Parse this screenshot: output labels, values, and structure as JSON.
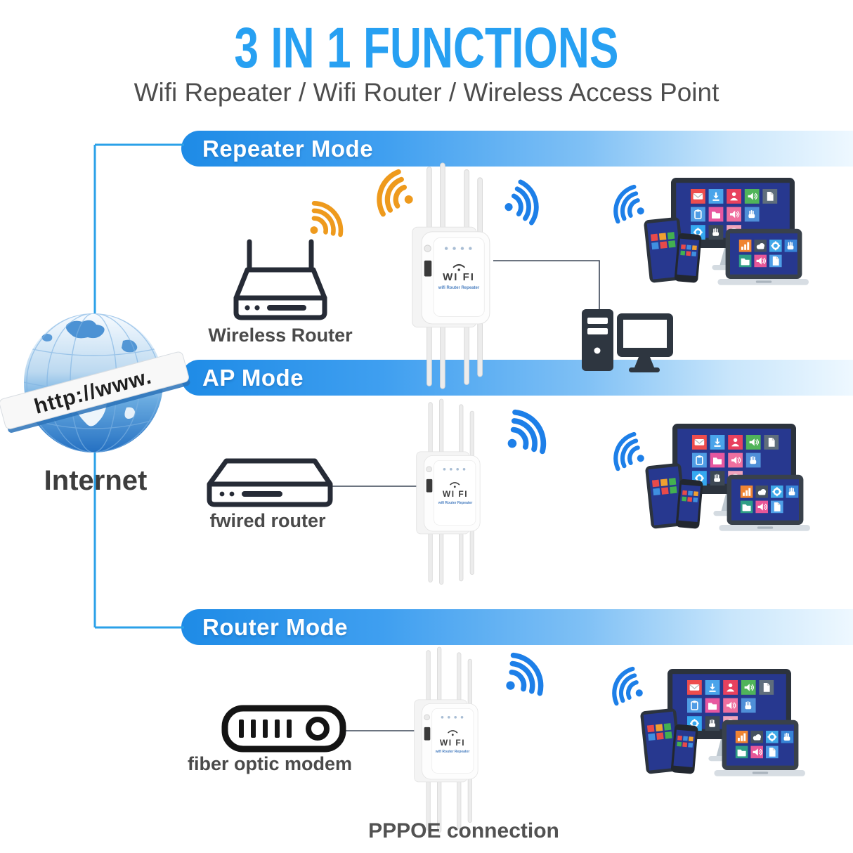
{
  "header": {
    "title": "3 IN 1 FUNCTIONS",
    "subtitle": "Wifi Repeater / Wifi Router / Wireless Access Point"
  },
  "internet": {
    "label": "Internet",
    "globe_banner": "http://www."
  },
  "sections": {
    "repeater": {
      "banner": "Repeater Mode",
      "source_label": "Wireless Router"
    },
    "ap": {
      "banner": "AP Mode",
      "source_label": "fwired router"
    },
    "router": {
      "banner": "Router Mode",
      "source_label": "fiber optic modem",
      "connection_label": "PPPOE connection"
    }
  },
  "device": {
    "label": "WI FI",
    "sublabel": "wifi Router Repeater"
  },
  "colors": {
    "title_blue": "#27a0f2",
    "banner_blue": "#1e8be6",
    "wifi_orange": "#ee9a1d",
    "wifi_blue": "#1d7fe8",
    "line_blue": "#2ba1e8",
    "icon_dark": "#262b36",
    "label_gray": "#4a4a4a"
  }
}
